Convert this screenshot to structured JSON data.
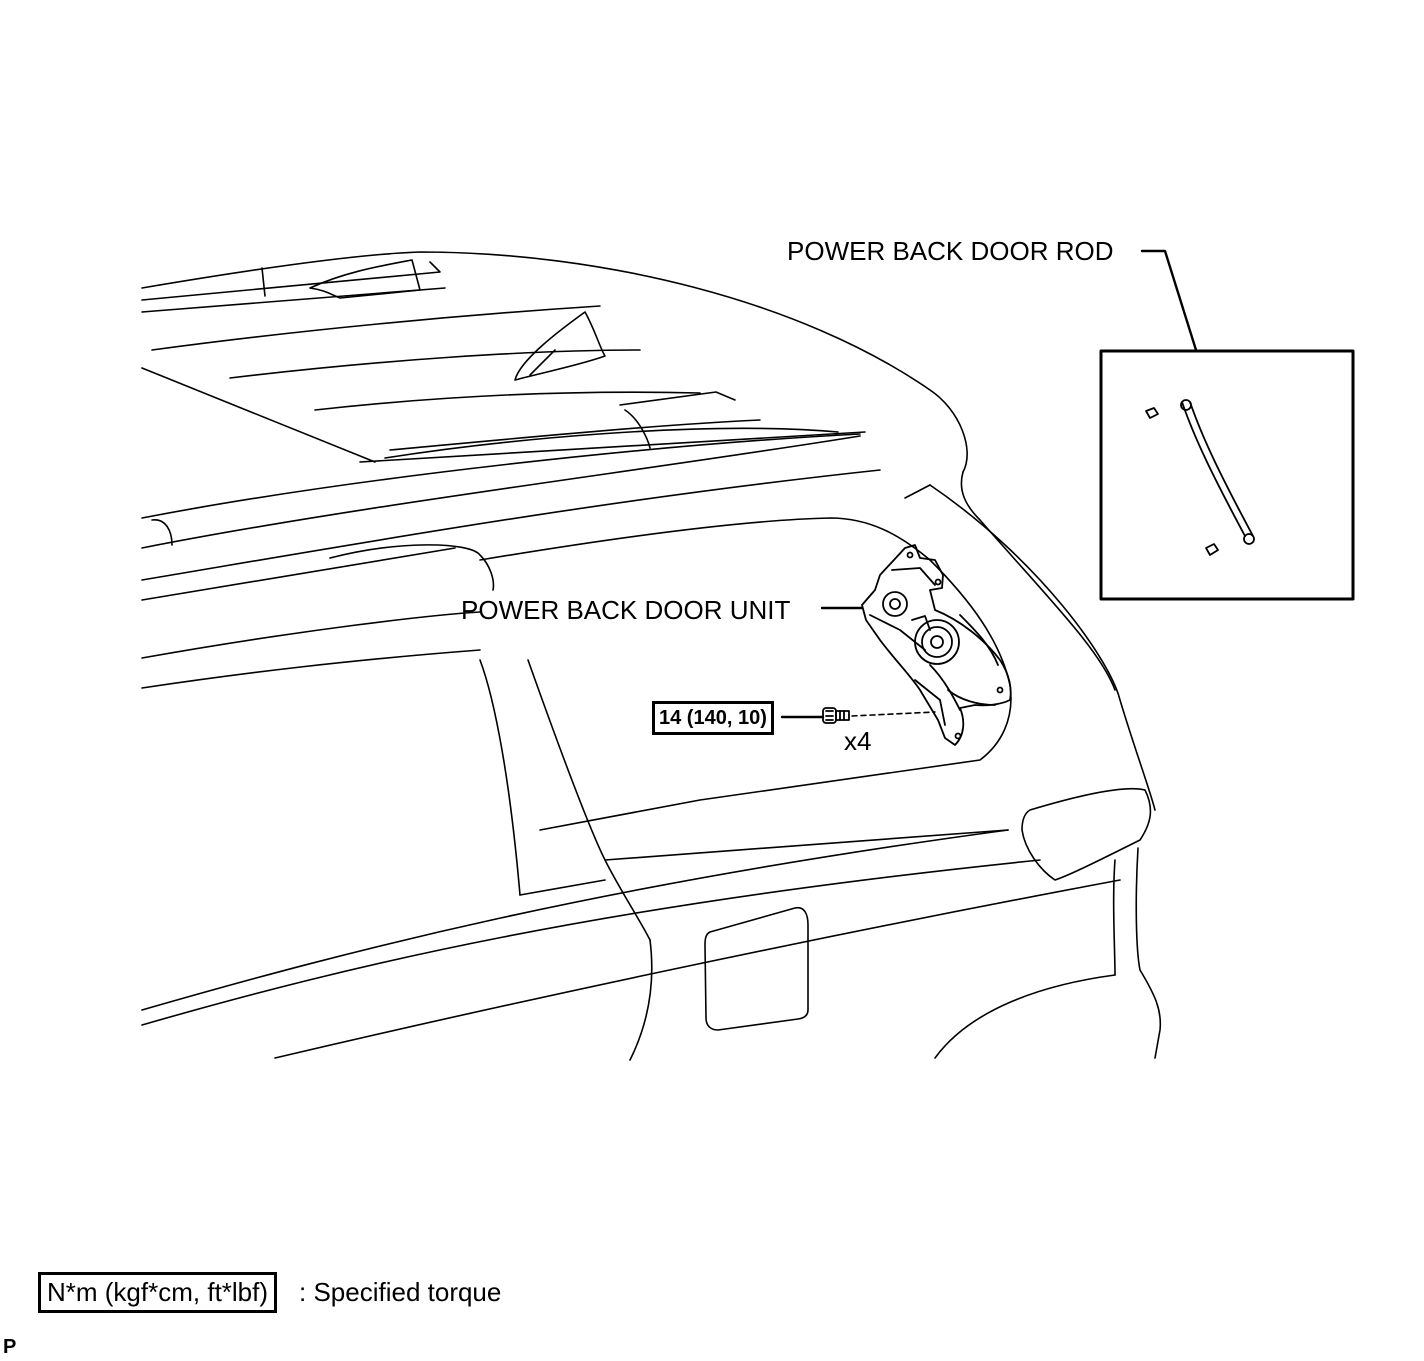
{
  "labels": {
    "rod": "POWER BACK DOOR ROD",
    "unit": "POWER BACK DOOR UNIT",
    "torque": "14 (140, 10)",
    "quantity": "x4"
  },
  "legend": {
    "units": "N*m (kgf*cm, ft*lbf)",
    "description": ": Specified torque"
  },
  "corner_mark": "P",
  "colors": {
    "line": "#000000",
    "background": "#ffffff"
  }
}
